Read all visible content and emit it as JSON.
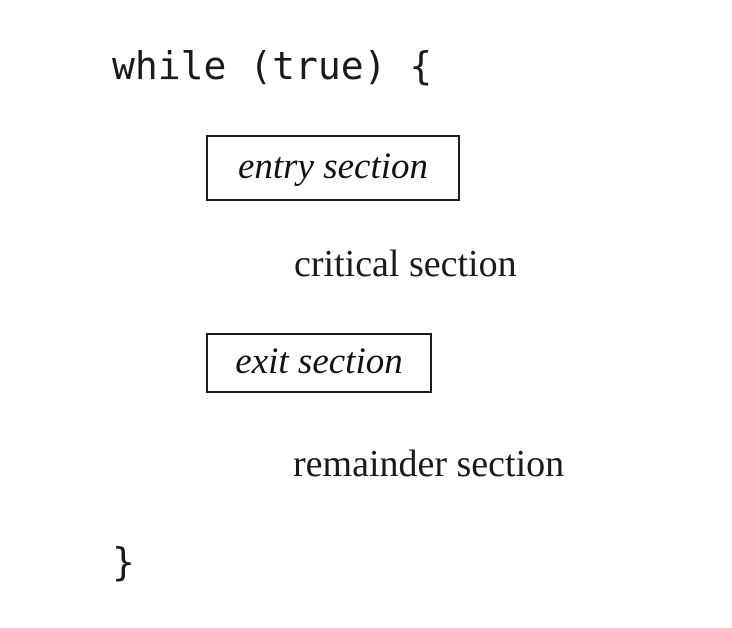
{
  "figure": {
    "kind": "pseudocode-block",
    "background_color": "#ffffff",
    "text_color": "#1a1a1a",
    "border_color": "#1a1a1a"
  },
  "code": {
    "loop_header": "while (true) {",
    "closing_brace": "}"
  },
  "sections": {
    "entry": {
      "label": "entry section",
      "style": "italic",
      "boxed": true
    },
    "critical": {
      "label": "critical section",
      "style": "roman",
      "boxed": false
    },
    "exit": {
      "label": "exit section",
      "style": "italic",
      "boxed": true
    },
    "remainder": {
      "label": "remainder section",
      "style": "roman",
      "boxed": false
    }
  }
}
